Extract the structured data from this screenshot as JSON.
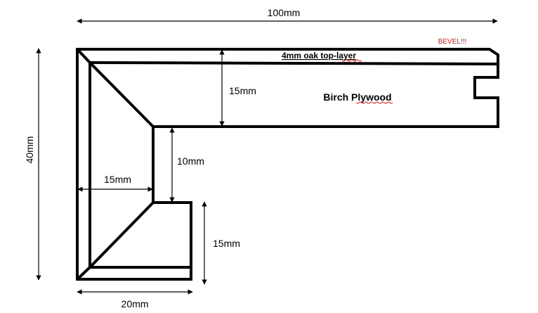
{
  "dimensions": {
    "total_width": "100mm",
    "total_height": "40mm",
    "top_thickness": "15mm",
    "inner_drop": "10mm",
    "side_width": "15mm",
    "foot_height": "15mm",
    "foot_width": "20mm"
  },
  "labels": {
    "top_layer": "4mm oak top-layer",
    "core": "Birch Plywood",
    "bevel_note": "BEVEL!!!"
  },
  "colors": {
    "outline": "#000000",
    "note": "#d11a1a",
    "spellcheck": "#d11a1a"
  }
}
